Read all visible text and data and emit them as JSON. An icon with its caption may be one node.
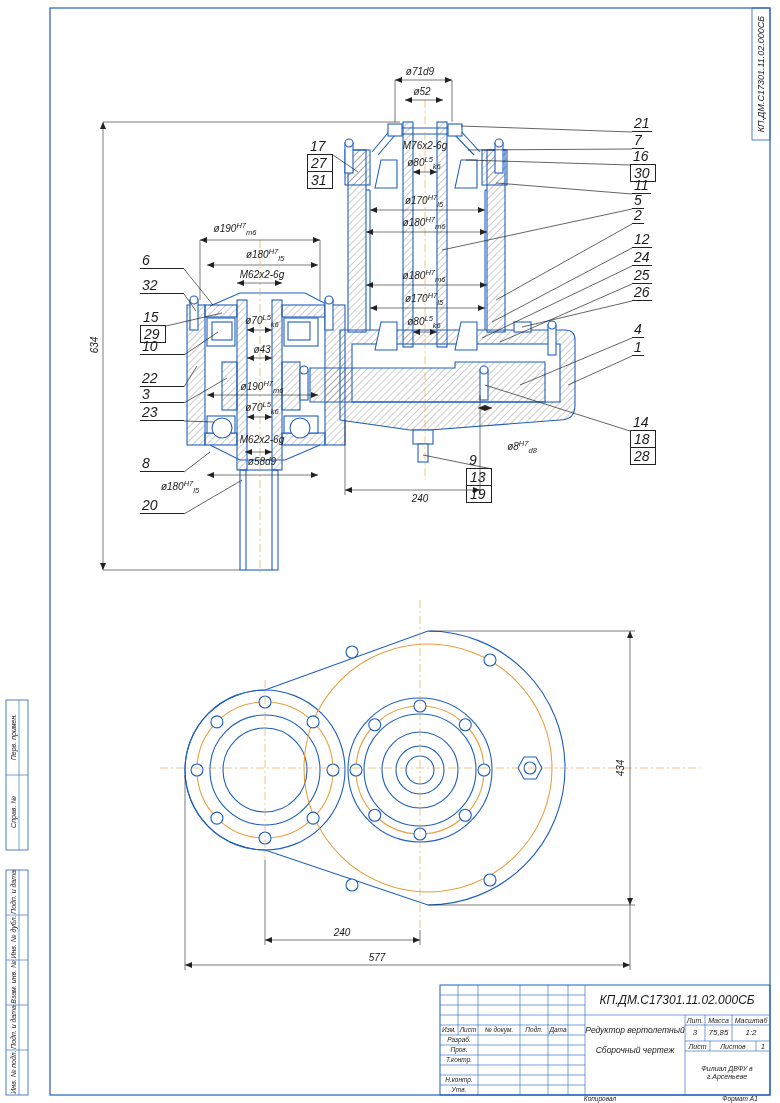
{
  "diagram": {
    "nodes": [
      {
        "text": [
          "21"
        ]
      },
      {
        "text": [
          "17",
          "27",
          "31"
        ]
      },
      {
        "text": [
          "7"
        ]
      },
      {
        "text": [
          "16",
          "30"
        ]
      },
      {
        "text": [
          "11"
        ]
      },
      {
        "text": [
          "5"
        ]
      },
      {
        "text": [
          "2"
        ]
      },
      {
        "text": [
          "6"
        ]
      },
      {
        "text": [
          "12"
        ]
      },
      {
        "text": [
          "24"
        ]
      },
      {
        "text": [
          "32"
        ]
      },
      {
        "text": [
          "25"
        ]
      },
      {
        "text": [
          "26"
        ]
      },
      {
        "text": [
          "15",
          "29"
        ]
      },
      {
        "text": [
          "10"
        ]
      },
      {
        "text": [
          "4"
        ]
      },
      {
        "text": [
          "1"
        ]
      },
      {
        "text": [
          "22"
        ]
      },
      {
        "text": [
          "3"
        ]
      },
      {
        "text": [
          "23"
        ]
      },
      {
        "text": [
          "14",
          "18",
          "28"
        ]
      },
      {
        "text": [
          "8"
        ]
      },
      {
        "text": [
          "9",
          "13",
          "19"
        ]
      },
      {
        "text": [
          "20"
        ]
      }
    ],
    "edges": [
      {
        "from": 0,
        "to": null,
        "arrow": "none"
      },
      {
        "from": 1,
        "to": null,
        "arrow": "none"
      },
      {
        "from": 2,
        "to": null,
        "arrow": "none"
      },
      {
        "from": 3,
        "to": null,
        "arrow": "none"
      },
      {
        "from": 4,
        "to": null,
        "arrow": "none"
      },
      {
        "from": 5,
        "to": null,
        "arrow": "none"
      },
      {
        "from": 6,
        "to": null,
        "arrow": "none"
      },
      {
        "from": 7,
        "to": null,
        "arrow": "none"
      },
      {
        "from": 8,
        "to": null,
        "arrow": "none"
      },
      {
        "from": 9,
        "to": null,
        "arrow": "none"
      },
      {
        "from": 10,
        "to": null,
        "arrow": "none"
      },
      {
        "from": 11,
        "to": null,
        "arrow": "none"
      },
      {
        "from": 12,
        "to": null,
        "arrow": "none"
      },
      {
        "from": 13,
        "to": null,
        "arrow": "none"
      },
      {
        "from": 14,
        "to": null,
        "arrow": "none"
      },
      {
        "from": 15,
        "to": null,
        "arrow": "none"
      },
      {
        "from": 16,
        "to": null,
        "arrow": "none"
      },
      {
        "from": 17,
        "to": null,
        "arrow": "none"
      },
      {
        "from": 18,
        "to": null,
        "arrow": "none"
      },
      {
        "from": 19,
        "to": null,
        "arrow": "none"
      },
      {
        "from": 20,
        "to": null,
        "arrow": "none"
      },
      {
        "from": 21,
        "to": null,
        "arrow": "none"
      },
      {
        "from": 22,
        "to": null,
        "arrow": "none"
      },
      {
        "from": 23,
        "to": null,
        "arrow": "none"
      }
    ],
    "labels": [
      "КП.ДМ.С17301.11.02.000СБ",
      "ø71d9",
      "ø52",
      "M76x2-6g",
      "ø80$^{L5}$$_{k6}$",
      "ø170$^{H7}$$_{l5}$",
      "ø180$^{H7}$$_{m6}$",
      "ø190$^{H7}$$_{m6}$",
      "ø180$^{H7}$$_{l5}$",
      "M62x2-6g",
      "ø180$^{H7}$$_{m6}$",
      "ø170$^{H7}$$_{l5}$",
      "ø70$^{L5}$$_{k6}$",
      "ø80$^{L5}$$_{k6}$",
      "634",
      "ø43",
      "ø190$^{H7}$$_{m6}$",
      "ø70$^{L5}$$_{k6}$",
      "M62x2-6g",
      "ø8$^{H7}$$_{d8}$",
      "ø58d9",
      "ø180$^{H7}$$_{l5}$",
      "240",
      "434",
      "240",
      "577",
      "КП.ДМ.С17301.11.02.000СБ",
      "Лит.",
      "Масса",
      "Масштаб",
      "Изм.",
      "Лист",
      "№ докум.",
      "Подп.",
      "Дата",
      "Редуктор вертолетный",
      "3",
      "75,85",
      "1:2",
      "Разраб.",
      "Пров.",
      "Сборочный чертеж",
      "Лист",
      "Листов",
      "1",
      "Т.контр.",
      "Н.контр.",
      "Филиал ДВФУ в г.Арсеньеве",
      "Утв.",
      "Копировал",
      "Формат А1",
      "Перв. примен.",
      "Справ. №",
      "Подп. и дата",
      "Инв. № дубл.",
      "Взам. инв. №",
      "Подп. и дата",
      "Инв. № подл."
    ]
  }
}
